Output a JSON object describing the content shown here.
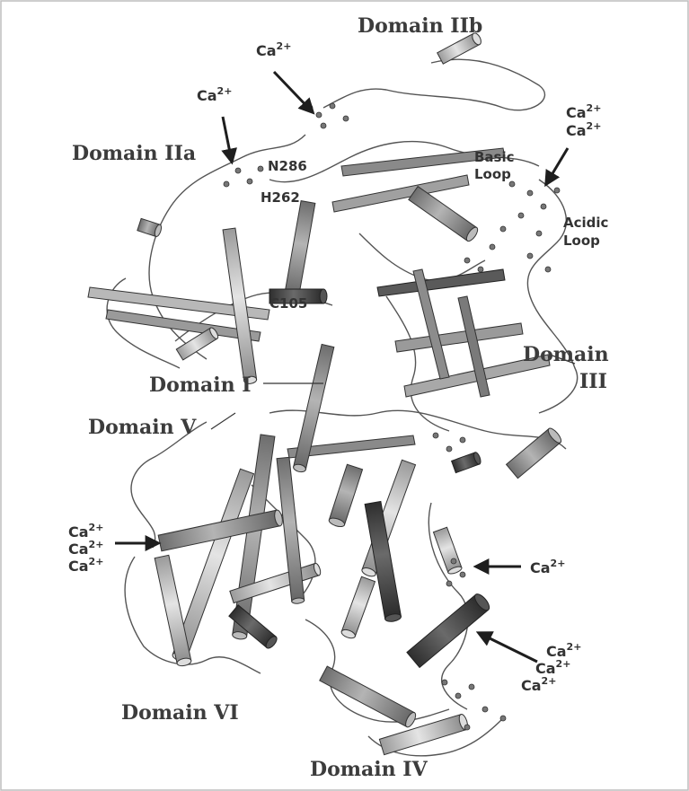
{
  "domains": {
    "d1": "Domain I",
    "d2a": "Domain IIa",
    "d2b": "Domain IIb",
    "d3a": "Domain",
    "d3b": "III",
    "d4": "Domain IV",
    "d5": "Domain V",
    "d6": "Domain VI"
  },
  "residues": {
    "n286": "N286",
    "h262": "H262",
    "c105": "C105"
  },
  "loops": {
    "basic_1": "Basic",
    "basic_2": "Loop",
    "acidic_1": "Acidic",
    "acidic_2": "Loop"
  },
  "calcium": {
    "base": "Ca",
    "charge": "2+"
  },
  "colors": {
    "helix_light": "#c8c8c8",
    "helix_mid": "#8a8a8a",
    "helix_dark": "#4a4a4a",
    "label": "#3c3c3c",
    "frame": "#bdbdbd"
  }
}
